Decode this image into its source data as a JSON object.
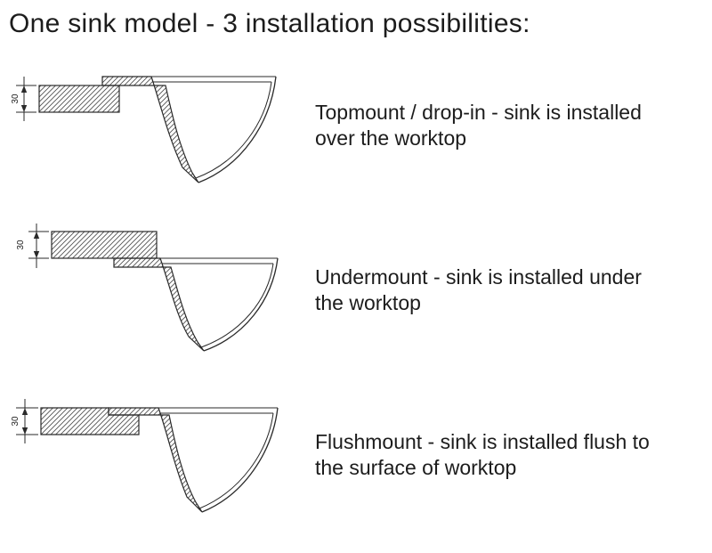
{
  "title": "One sink model - 3 installation possibilities:",
  "dimension_label": "30",
  "rows": [
    {
      "id": "topmount",
      "description": "Topmount / drop-in - sink is installed over the worktop"
    },
    {
      "id": "undermount",
      "description": "Undermount - sink is installed under the worktop"
    },
    {
      "id": "flushmount",
      "description": "Flushmount - sink is installed flush to the surface of worktop"
    }
  ]
}
